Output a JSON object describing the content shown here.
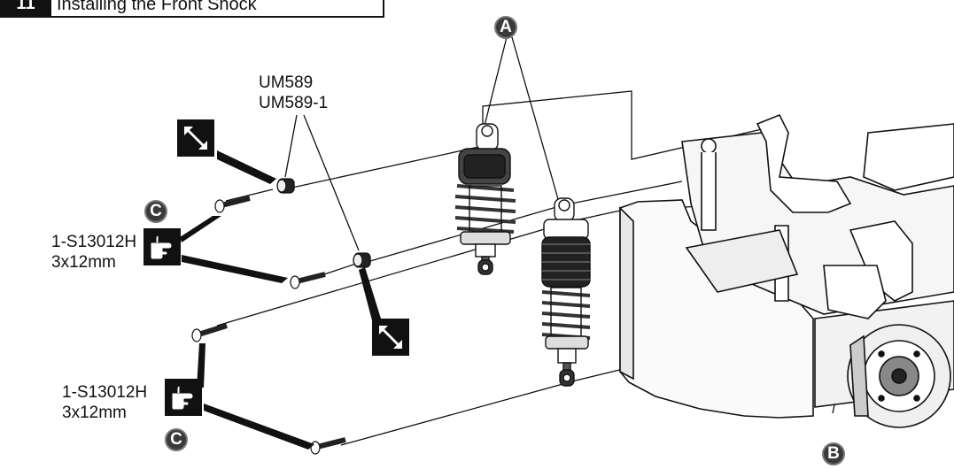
{
  "header": {
    "step_number": "11",
    "title": "Installing the Front Shock"
  },
  "labels": {
    "part_um589": "UM589",
    "part_um589_1": "UM589-1",
    "screw_top_part": "1-S13012H",
    "screw_top_size": "3x12mm",
    "screw_bottom_part": "1-S13012H",
    "screw_bottom_size": "3x12mm"
  },
  "callouts": {
    "a": "A",
    "b": "B",
    "c_top": "C",
    "c_bottom": "C"
  },
  "icons": [
    "expand-arrows-icon",
    "hand-pointing-icon",
    "shock-absorber-icon",
    "screw-icon",
    "bushing-icon",
    "chassis-icon"
  ]
}
